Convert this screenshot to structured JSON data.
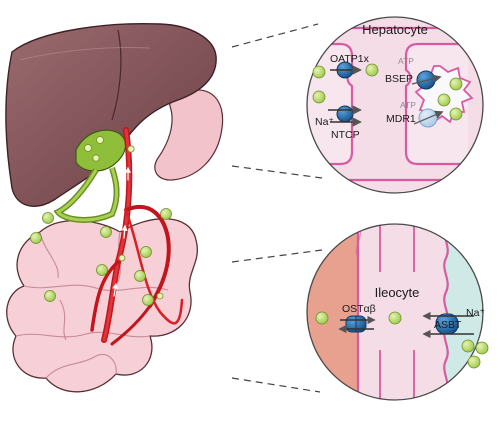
{
  "colors": {
    "liver": "#8b5a5e",
    "liver_dark": "#6e4247",
    "gallbladder": "#8fbf3a",
    "intestine": "#f6c8cf",
    "intestine_outline": "#c98a95",
    "vessel": "#d91f26",
    "bile_acid": "#b8d86a",
    "transporter": "#1f6fb3",
    "hepatocyte_bg": "#f3dbe6",
    "ileocyte_lumen": "#cfe9e6",
    "ileocyte_blood": "#e9a090"
  },
  "hepatocyte": {
    "title": "Hepatocyte",
    "oatp_label": "OATP1x",
    "na_label": "Na⁺",
    "ntcp_label": "NTCP",
    "atp_top": "ATP",
    "bsep_label": "BSEP",
    "atp_bottom": "ATP",
    "mdr_label": "MDR1"
  },
  "ileocyte": {
    "title": "Ileocyte",
    "ost_label": "OSTαβ",
    "asbt_label": "ASBT",
    "na_label": "Na⁺"
  }
}
